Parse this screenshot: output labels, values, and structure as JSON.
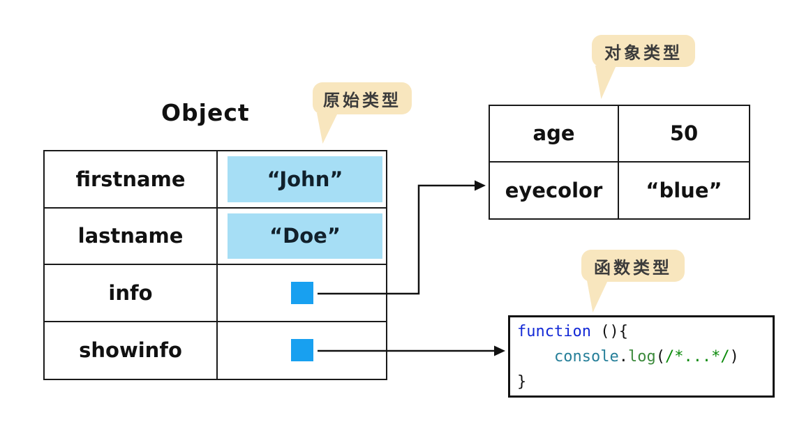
{
  "title": "Object",
  "object_table": {
    "rows": [
      {
        "key": "firstname",
        "value": "“John”"
      },
      {
        "key": "lastname",
        "value": "“Doe”"
      },
      {
        "key": "info"
      },
      {
        "key": "showinfo"
      }
    ]
  },
  "value_object_table": {
    "rows": [
      {
        "key": "age",
        "value": "50"
      },
      {
        "key": "eyecolor",
        "value": "“blue”"
      }
    ]
  },
  "annotations": {
    "primitive_type": "原始类型",
    "object_type": "对象类型",
    "function_type": "函数类型"
  },
  "code": {
    "keyword": "function",
    "signature": " (){",
    "indent": "    ",
    "object": "console",
    "dot": ".",
    "method": "log",
    "open_paren": "(",
    "comment": "/*...*/",
    "close_paren": ")",
    "closing_brace": "}"
  },
  "colors": {
    "highlight": "#A6DEF5",
    "pointer": "#18A0F0",
    "bubble": "#F8E6BE",
    "code_keyword": "#1329D6",
    "code_object": "#267F99",
    "code_method": "#3C8A3C",
    "code_comment": "#0A8A0A"
  }
}
